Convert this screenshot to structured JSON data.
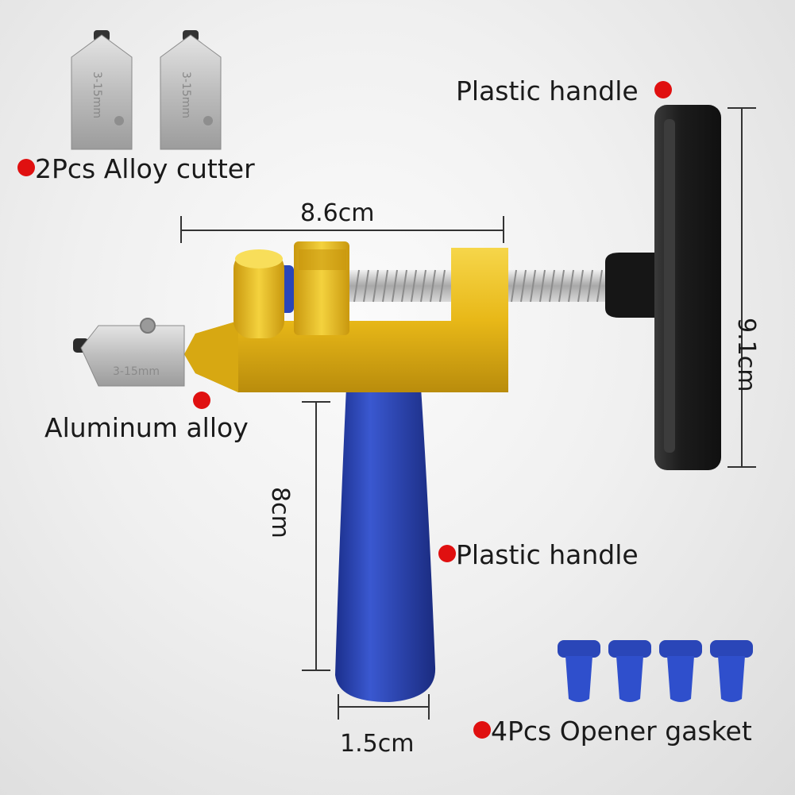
{
  "labels": {
    "alloy_cutter": "2Pcs Alloy cutter",
    "plastic_handle_top": "Plastic handle",
    "aluminum_alloy": "Aluminum alloy",
    "plastic_handle_bottom": "Plastic handle",
    "opener_gasket": "4Pcs Opener gasket"
  },
  "dimensions": {
    "width": "8.6cm",
    "height_right": "9.1cm",
    "grip_length": "8cm",
    "grip_width": "1.5cm"
  },
  "cutter_marking": "3-15mm",
  "colors": {
    "marker": "#e01010",
    "body": "#e8b818",
    "grip": "#2a46b8",
    "handle": "#1c1c1c",
    "blade": "#c9c9c9"
  }
}
